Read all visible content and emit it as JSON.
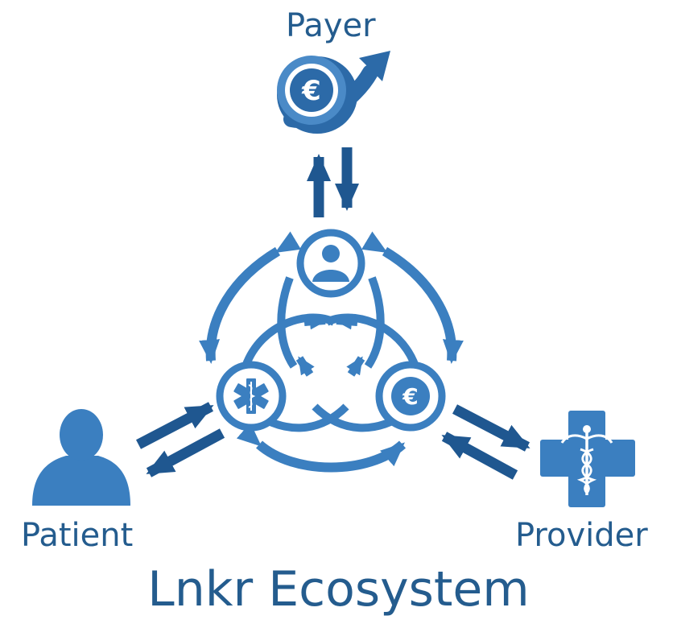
{
  "diagram": {
    "title": "Lnkr Ecosystem",
    "nodes": {
      "payer": {
        "label": "Payer",
        "icon": "euro-coin-growth-arrow-icon"
      },
      "patient": {
        "label": "Patient",
        "icon": "person-icon"
      },
      "provider": {
        "label": "Provider",
        "icon": "medical-cross-caduceus-icon"
      }
    },
    "hub": {
      "top": {
        "icon": "user-circle-icon"
      },
      "left": {
        "icon": "star-of-life-icon"
      },
      "right": {
        "icon": "euro-circle-icon"
      }
    },
    "flows": [
      {
        "between": [
          "payer",
          "hub"
        ],
        "direction": "bidirectional"
      },
      {
        "between": [
          "patient",
          "hub"
        ],
        "direction": "bidirectional"
      },
      {
        "between": [
          "provider",
          "hub"
        ],
        "direction": "bidirectional"
      }
    ],
    "colors": {
      "primary_blue": "#3b7fc0",
      "dark_blue": "#1f5790",
      "label_blue": "#245c8e",
      "background": "#ffffff"
    }
  }
}
